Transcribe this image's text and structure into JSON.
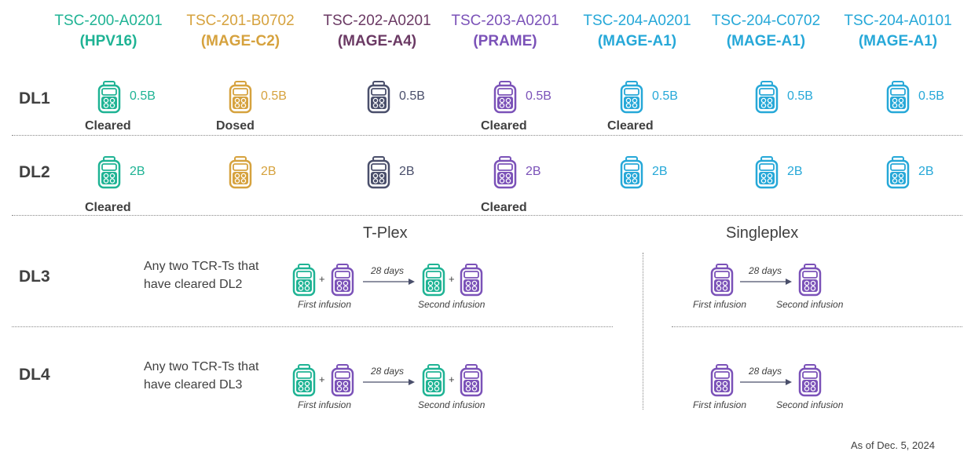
{
  "columns": [
    {
      "product": "TSC-200-A0201",
      "target": "(HPV16)",
      "color": "#1fb394"
    },
    {
      "product": "TSC-201-B0702",
      "target": "(MAGE-C2)",
      "color": "#d6a23e"
    },
    {
      "product": "TSC-202-A0201",
      "target": "(MAGE-A4)",
      "color": "#6b3a64"
    },
    {
      "product": "TSC-203-A0201",
      "target": "(PRAME)",
      "color": "#7b52b8"
    },
    {
      "product": "TSC-204-A0201",
      "target": "(MAGE-A1)",
      "color": "#26a8d8"
    },
    {
      "product": "TSC-204-C0702",
      "target": "(MAGE-A1)",
      "color": "#26a8d8"
    },
    {
      "product": "TSC-204-A0101",
      "target": "(MAGE-A1)",
      "color": "#26a8d8"
    }
  ],
  "bag_colors": [
    "#1fb394",
    "#d6a23e",
    "#4a4f6b",
    "#7b52b8",
    "#26a8d8",
    "#26a8d8",
    "#26a8d8"
  ],
  "rows": {
    "dl1": {
      "label": "DL1",
      "doses": [
        "0.5B",
        "0.5B",
        "0.5B",
        "0.5B",
        "0.5B",
        "0.5B",
        "0.5B"
      ],
      "statuses": [
        "Cleared",
        "Dosed",
        "",
        "Cleared",
        "Cleared",
        "",
        ""
      ]
    },
    "dl2": {
      "label": "DL2",
      "doses": [
        "2B",
        "2B",
        "2B",
        "2B",
        "2B",
        "2B",
        "2B"
      ],
      "statuses": [
        "Cleared",
        "",
        "",
        "Cleared",
        "",
        "",
        ""
      ]
    },
    "dl3": {
      "label": "DL3",
      "desc_line1": "Any two TCR-Ts that",
      "desc_line2": "have cleared DL2"
    },
    "dl4": {
      "label": "DL4",
      "desc_line1": "Any two TCR-Ts that",
      "desc_line2": "have cleared DL3"
    }
  },
  "sections": {
    "tplex": "T-Plex",
    "singleplex": "Singleplex"
  },
  "infusion": {
    "interval": "28 days",
    "first": "First infusion",
    "second": "Second infusion",
    "plus": "+"
  },
  "footnote": "As of Dec. 5, 2024"
}
